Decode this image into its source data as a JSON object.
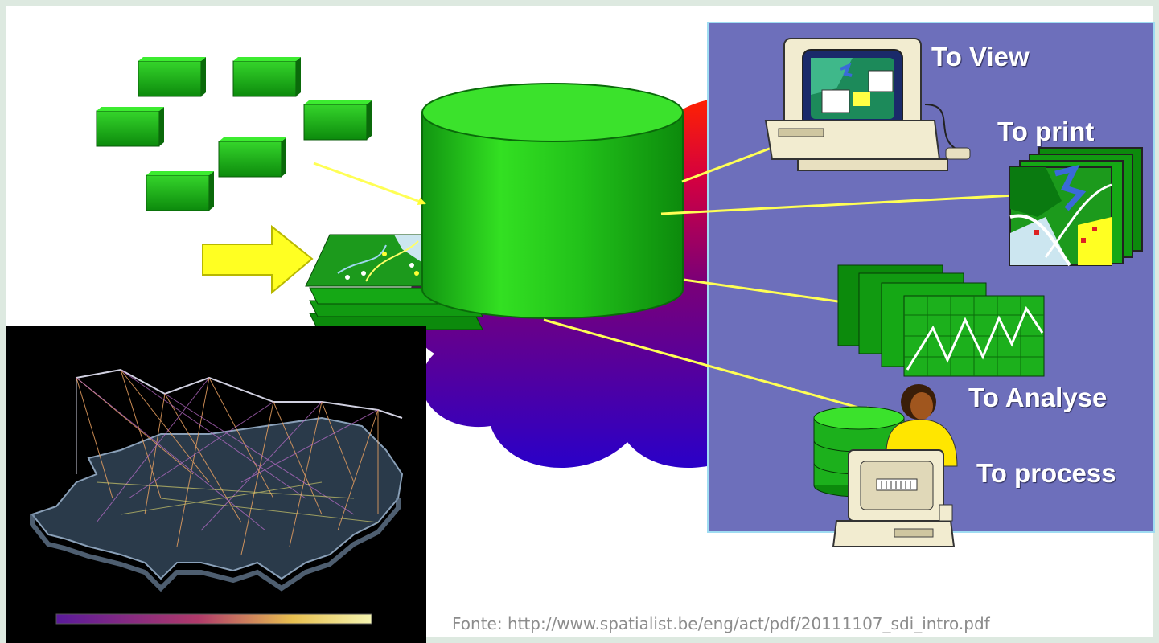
{
  "labels": {
    "view": "To View",
    "print": "To print",
    "analyse": "To Analyse",
    "process": "To process"
  },
  "caption": "Fonte: http://www.spatialist.be/eng/act/pdf/20111107_sdi_intro.pdf",
  "colors": {
    "page_background": "#dde9e0",
    "panel": "#6d6fbb",
    "panel_border": "#9fdcf2",
    "database": "#22c21a",
    "data_blocks": "#119a11",
    "arrows": "#ffff33",
    "cloud_top": "#ff2200",
    "cloud_bottom": "#2a00c8",
    "map_inset_background": "#000000"
  },
  "icons": [
    "data-block-icon",
    "map-layers-icon",
    "database-cylinder-icon",
    "desktop-computer-icon",
    "printed-maps-icon",
    "analysis-charts-icon",
    "person-at-computer-icon",
    "network-map-3d-icon"
  ]
}
